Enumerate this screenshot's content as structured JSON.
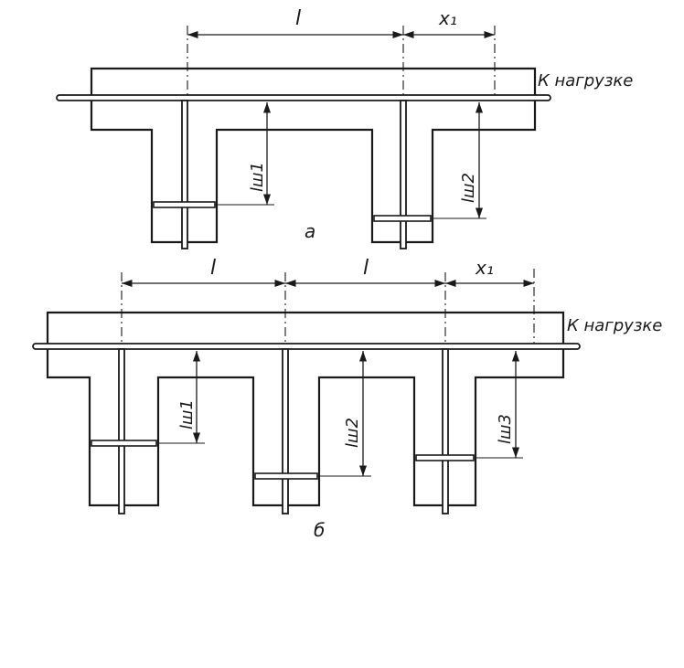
{
  "figure_a": {
    "dim_l": "l",
    "dim_x1": "x₁",
    "load_label": "К нагрузке",
    "anchor_labels": [
      "lш1",
      "lш2"
    ],
    "caption": "а"
  },
  "figure_b": {
    "dim_l_1": "l",
    "dim_l_2": "l",
    "dim_x1": "x₁",
    "load_label": "К нагрузке",
    "anchor_labels": [
      "lш1",
      "lш2",
      "lш3"
    ],
    "caption": "б"
  }
}
